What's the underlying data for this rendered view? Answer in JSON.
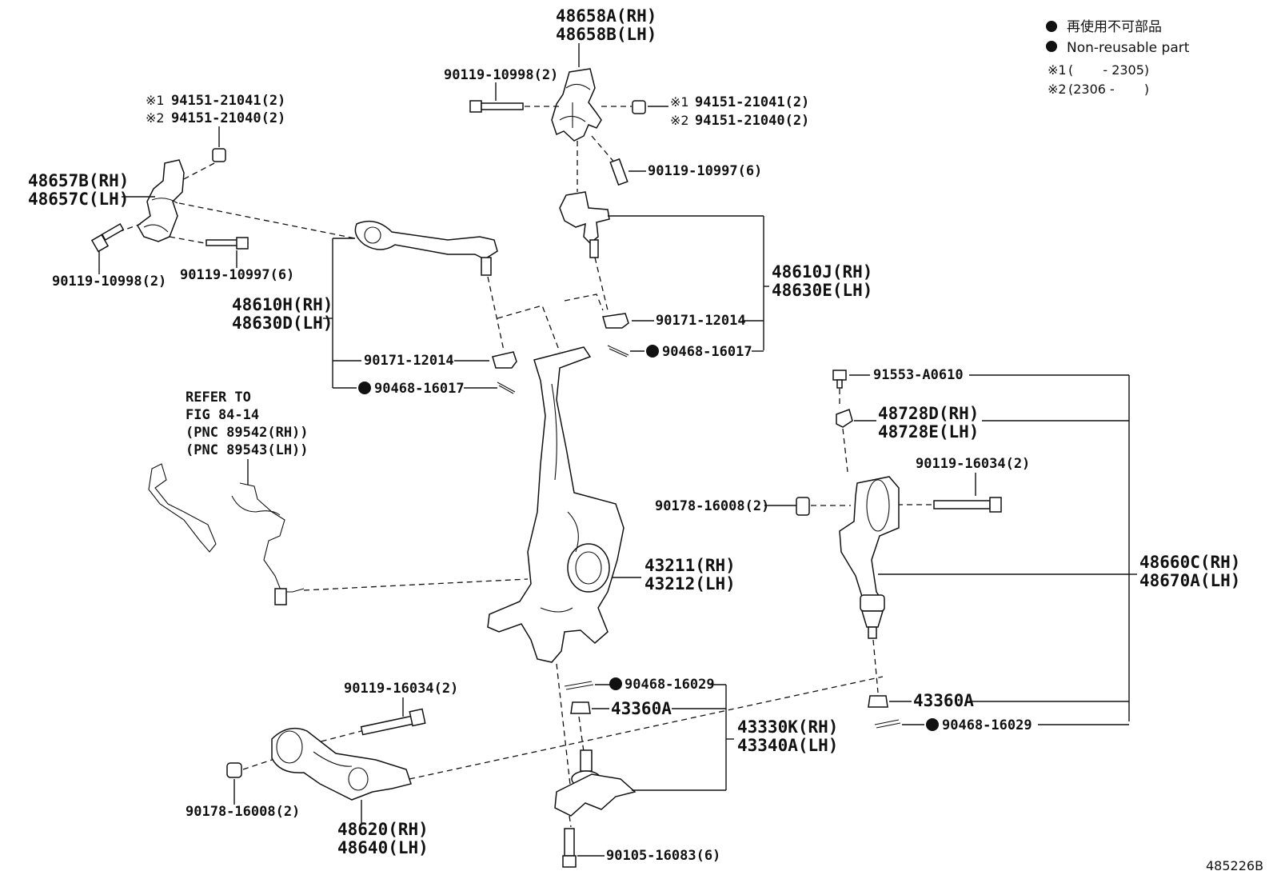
{
  "legend": {
    "non_reusable_jp": "再使用不可部品",
    "non_reusable_en": "Non-reusable part",
    "note1_mark": "※1",
    "note1_text": "(　　 - 2305)",
    "note2_mark": "※2",
    "note2_text": "(2306 -　　 )"
  },
  "figure_id": "485226B",
  "refer": {
    "line1": "REFER TO",
    "line2": "FIG 84-14",
    "line3": "(PNC 89542(RH))",
    "line4": "(PNC 89543(LH))"
  },
  "labels": {
    "p48658A": "48658A(RH)",
    "p48658B": "48658B(LH)",
    "bolt_top_left": "90119-10998(2)",
    "nut_top_right_1_mark": "※1",
    "nut_top_right_1": "94151-21041(2)",
    "nut_top_right_2_mark": "※2",
    "nut_top_right_2": "94151-21040(2)",
    "bolt_top_lower": "90119-10997(6)",
    "nut_left_1_mark": "※1",
    "nut_left_1": "94151-21041(2)",
    "nut_left_2_mark": "※2",
    "nut_left_2": "94151-21040(2)",
    "p48657B": "48657B(RH)",
    "p48657C": "48657C(LH)",
    "bolt_left_a": "90119-10998(2)",
    "bolt_left_b": "90119-10997(6)",
    "p48610H": "48610H(RH)",
    "p48630D": "48630D(LH)",
    "nut_90171_left": "90171-12014",
    "pin_90468_left": "90468-16017",
    "p48610J": "48610J(RH)",
    "p48630E": "48630E(LH)",
    "nut_90171_right": "90171-12014",
    "pin_90468_right": "90468-16017",
    "bolt_91553": "91553-A0610",
    "p48728D": "48728D(RH)",
    "p48728E": "48728E(LH)",
    "bolt_90119_right": "90119-16034(2)",
    "nut_90178_right": "90178-16008(2)",
    "p48660C": "48660C(RH)",
    "p48670A": "48670A(LH)",
    "p43211": "43211(RH)",
    "p43212": "43212(LH)",
    "pin_90468_29_center": "90468-16029",
    "nut_43360A_center": "43360A",
    "p43330K": "43330K(RH)",
    "p43340A": "43340A(LH)",
    "nut_43360A_right": "43360A",
    "pin_90468_29_right": "90468-16029",
    "bolt_90119_lower": "90119-16034(2)",
    "nut_90178_lower": "90178-16008(2)",
    "p48620": "48620(RH)",
    "p48640": "48640(LH)",
    "bolt_90105": "90105-16083(6)"
  }
}
